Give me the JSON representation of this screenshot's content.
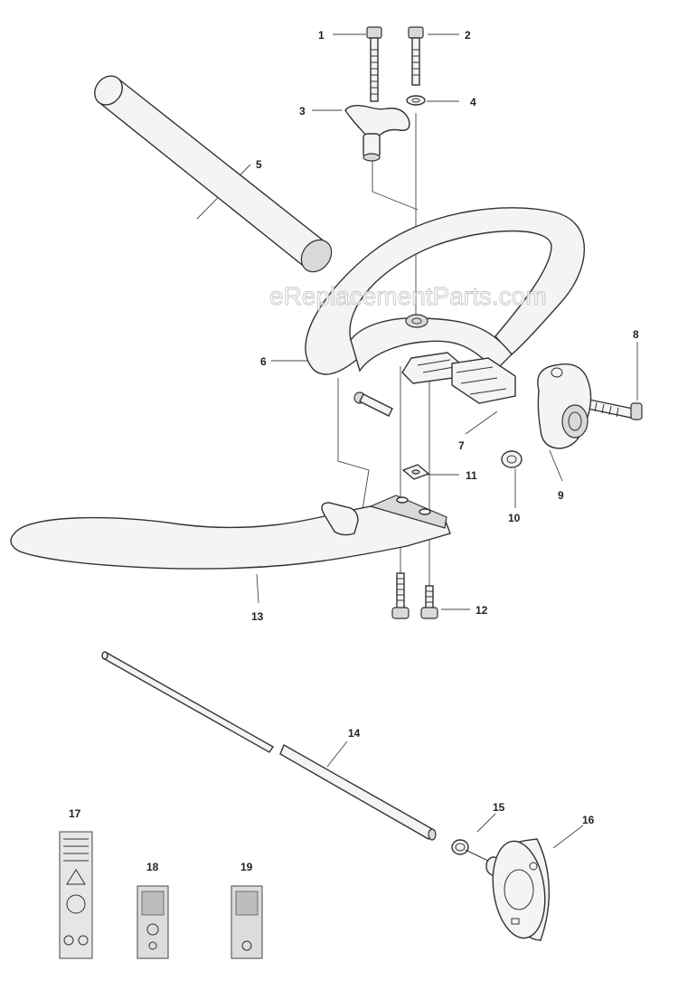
{
  "watermark": "eReplacementParts.com",
  "callouts": [
    "1",
    "2",
    "3",
    "4",
    "5",
    "6",
    "7",
    "8",
    "9",
    "10",
    "11",
    "12",
    "13",
    "14",
    "15",
    "16",
    "17",
    "18",
    "19"
  ]
}
